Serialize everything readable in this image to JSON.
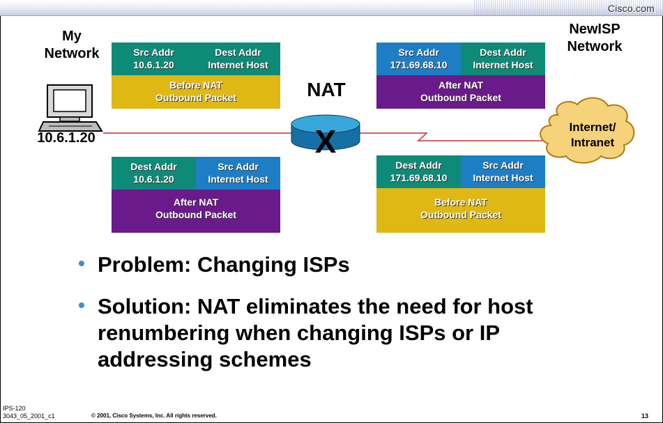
{
  "brand": "Cisco.com",
  "my_network_label": [
    "My",
    "Network"
  ],
  "newisp_label": [
    "NewISP",
    "Network"
  ],
  "host_ip": "10.6.1.20",
  "nat_label": "NAT",
  "cloud_label": [
    "Internet/",
    "Intranet"
  ],
  "packets": {
    "top_left": {
      "col1": [
        "Src Addr",
        "10.6.1.20"
      ],
      "col2": [
        "Dest Addr",
        "Internet Host"
      ],
      "body": [
        "Before NAT",
        "Outbound Packet"
      ]
    },
    "top_right": {
      "col1": [
        "Src Addr",
        "171.69.68.10"
      ],
      "col2": [
        "Dest Addr",
        "Internet Host"
      ],
      "body": [
        "After NAT",
        "Outbound Packet"
      ]
    },
    "bottom_left": {
      "col1": [
        "Dest Addr",
        "10.6.1.20"
      ],
      "col2": [
        "Src Addr",
        "Internet Host"
      ],
      "body": [
        "After NAT",
        "Outbound Packet"
      ]
    },
    "bottom_right": {
      "col1": [
        "Dest Addr",
        "171.69.68.10"
      ],
      "col2": [
        "Src Addr",
        "Internet Host"
      ],
      "body": [
        "Before NAT",
        "Outbound Packet"
      ]
    }
  },
  "bullets": [
    [
      "Problem: Changing ISPs"
    ],
    [
      "Solution: NAT eliminates the need for host",
      "renumbering when changing ISPs or IP",
      "addressing schemes"
    ]
  ],
  "footer": {
    "course": "IPS-120",
    "code": "3043_05_2001_c1",
    "copyright": "© 2001, Cisco Systems, Inc. All rights reserved.",
    "page": "13"
  },
  "colors": {
    "teal": "#0e8a78",
    "blue": "#1d7ec6",
    "yellow": "#e0b814",
    "purple": "#6a1a8a",
    "link": "#c03030",
    "cloud": "#f6d27a",
    "router": "#1e8fc4"
  }
}
